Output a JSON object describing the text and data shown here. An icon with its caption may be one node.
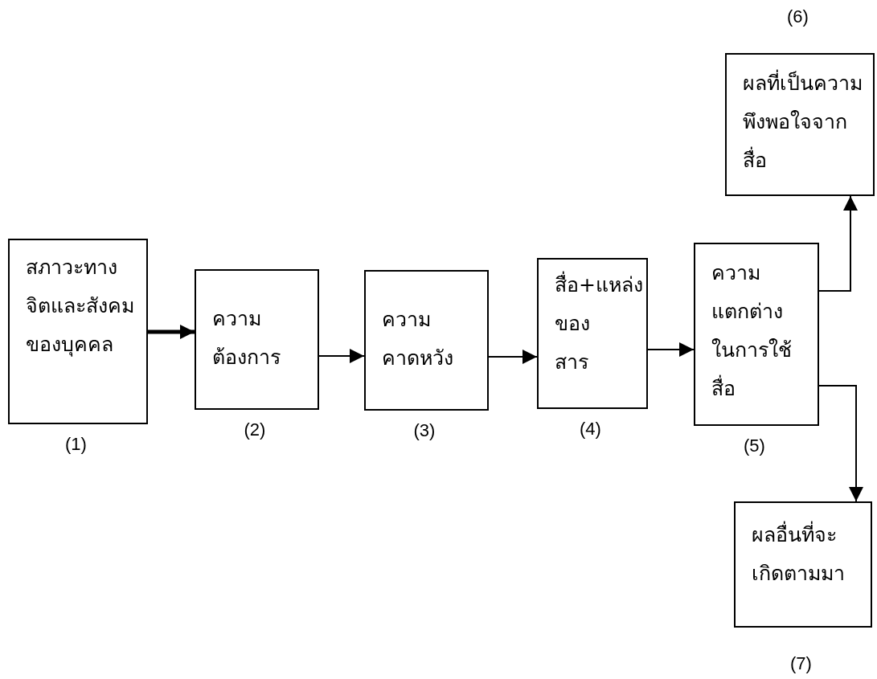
{
  "diagram": {
    "nodes": [
      {
        "text": [
          "สภาวะทางจิตและสังคมของบุคคล"
        ],
        "beside": [
          "(1)"
        ]
      },
      {
        "text": [
          "ความต้องการ"
        ],
        "beside": [
          "(2)"
        ]
      },
      {
        "text": [
          "ความคาดหวัง"
        ],
        "beside": [
          "(3)"
        ]
      },
      {
        "text": [
          "สื่อ+แหล่งของสาร"
        ],
        "beside": [
          "(4)"
        ]
      },
      {
        "text": [
          "ความแตกต่างในการใช้สื่อ"
        ],
        "beside": [
          "(5)"
        ]
      },
      {
        "text": [
          "ผลที่เป็นความพึงพอใจจากสื่อ"
        ],
        "beside": [
          "(6)"
        ]
      },
      {
        "text": [
          "ผลอื่นที่จะเกิดตามมา"
        ],
        "beside": [
          "(7)"
        ]
      }
    ],
    "edges": [
      {
        "from": 0,
        "to": 1,
        "arrow": "to",
        "style": "thick"
      },
      {
        "from": 1,
        "to": 2,
        "arrow": "to"
      },
      {
        "from": 2,
        "to": 3,
        "arrow": "to"
      },
      {
        "from": 3,
        "to": 4,
        "arrow": "to"
      },
      {
        "from": 4,
        "to": 5,
        "arrow": "to"
      },
      {
        "from": 4,
        "to": 6,
        "arrow": "to"
      }
    ]
  }
}
